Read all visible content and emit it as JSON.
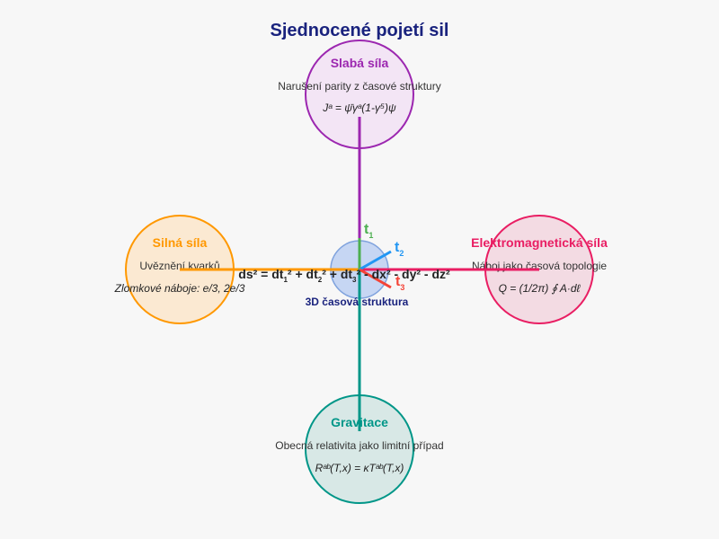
{
  "title": "Sjednocené pojetí sil",
  "center": {
    "label": "3D časová struktura",
    "metric": {
      "prefix": "ds² = dt",
      "s1": "1",
      "mid1": "² + dt",
      "s2": "2",
      "mid2": "² + dt",
      "s3": "3",
      "suffix": "² - dx² - dy² - dz²"
    },
    "axes": [
      {
        "label": "t",
        "sub": "1",
        "color": "#4caf50"
      },
      {
        "label": "t",
        "sub": "2",
        "color": "#2196f3"
      },
      {
        "label": "t",
        "sub": "3",
        "color": "#f44336"
      }
    ]
  },
  "forces": {
    "weak": {
      "name": "Slabá síla",
      "desc": "Narušení parity z časové struktury",
      "eq": "Jᵃ = ψ̄γᵃ(1-γ⁵)ψ",
      "color": "#9c27b0",
      "fill": "#f3e5f5"
    },
    "strong": {
      "name": "Silná síla",
      "desc": "Uvěznění kvarků",
      "eq": "Zlomkové náboje: e/3, 2e/3",
      "color": "#ff9800",
      "fill": "#fbe9d2"
    },
    "em": {
      "name": "Elektromagnetická síla",
      "desc": "Náboj jako časová topologie",
      "eq": "Q = (1/2π) ∮ A·dℓ",
      "color": "#e91e63",
      "fill": "#f3dbe3"
    },
    "gravity": {
      "name": "Gravitace",
      "desc": "Obecná relativita jako limitní případ",
      "eq": "Rᵃᵇ(T,x) = κTᵃᵇ(T,x)",
      "color": "#009688",
      "fill": "#d8e8e6"
    }
  }
}
